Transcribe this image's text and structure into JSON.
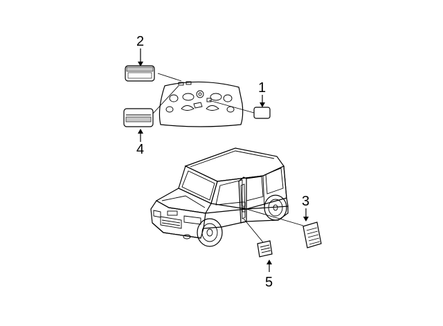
{
  "callouts": {
    "c1": "1",
    "c2": "2",
    "c3": "3",
    "c4": "4",
    "c5": "5"
  },
  "colors": {
    "line": "#000000",
    "background": "#ffffff",
    "label_shade": "#c8c8c8"
  }
}
